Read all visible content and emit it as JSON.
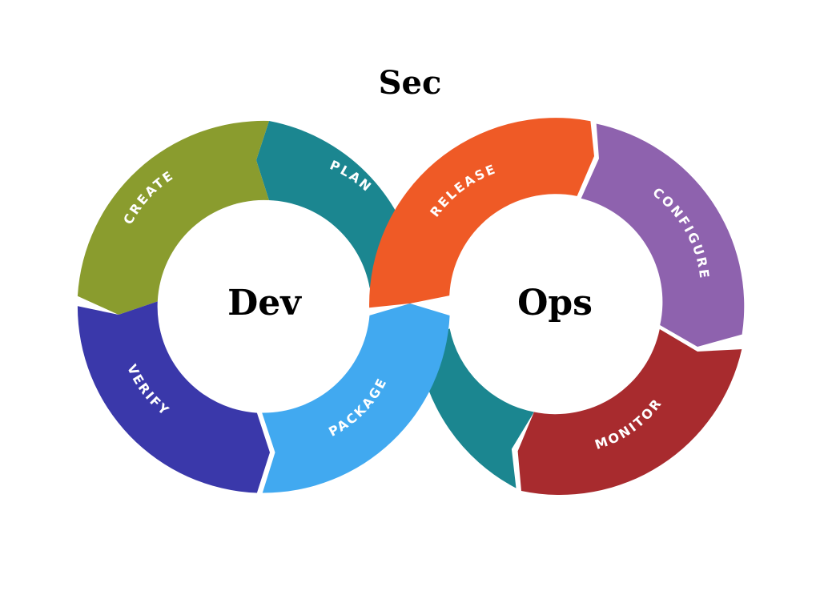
{
  "diagram": {
    "title": "Sec",
    "left_loop_label": "Dev",
    "right_loop_label": "Ops",
    "stages": {
      "plan": "PLAN",
      "create": "CREATE",
      "verify": "VERIFY",
      "package": "PACKAGE",
      "release": "RELEASE",
      "configure": "CONFIGURE",
      "monitor": "MONITOR"
    },
    "colors": {
      "plan": "#1B8690",
      "create": "#8A9C2E",
      "verify": "#3A38AA",
      "package": "#41A9F0",
      "release": "#EF5A26",
      "configure": "#8E62AE",
      "monitor": "#A82B2E",
      "bridge": "#1B8690"
    }
  }
}
